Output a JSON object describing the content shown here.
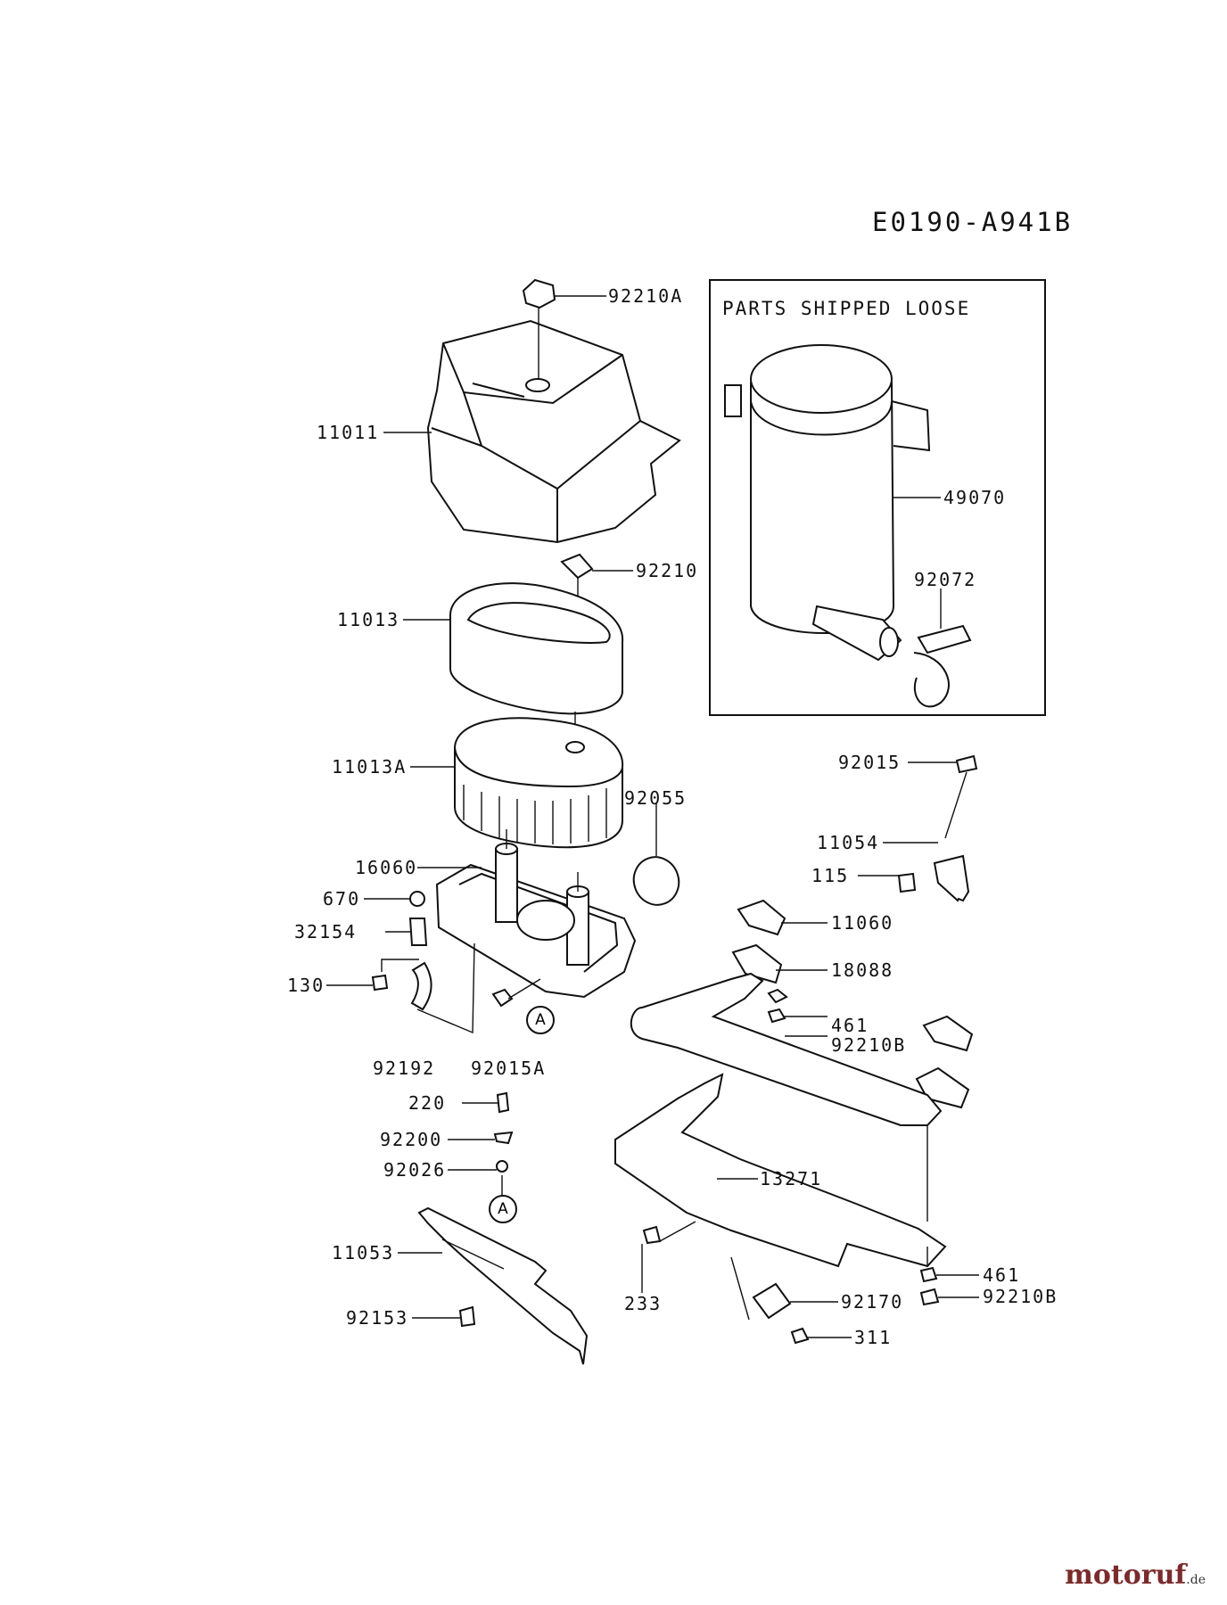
{
  "diagram_code": "E0190-A941B",
  "box_title": "PARTS SHIPPED LOOSE",
  "callouts": {
    "a": "A"
  },
  "parts": [
    "92210A",
    "11011",
    "92210",
    "11013",
    "11013A",
    "92055",
    "16060",
    "670",
    "32154",
    "130",
    "92192",
    "92015A",
    "220",
    "92200",
    "92026",
    "11053",
    "92153",
    "233",
    "13271",
    "92170",
    "311",
    "461",
    "92210B",
    "461",
    "92210B",
    "18088",
    "11060",
    "115",
    "11054",
    "92015",
    "49070",
    "92072"
  ],
  "watermark": {
    "name": "motoruf",
    "tld": ".de"
  }
}
